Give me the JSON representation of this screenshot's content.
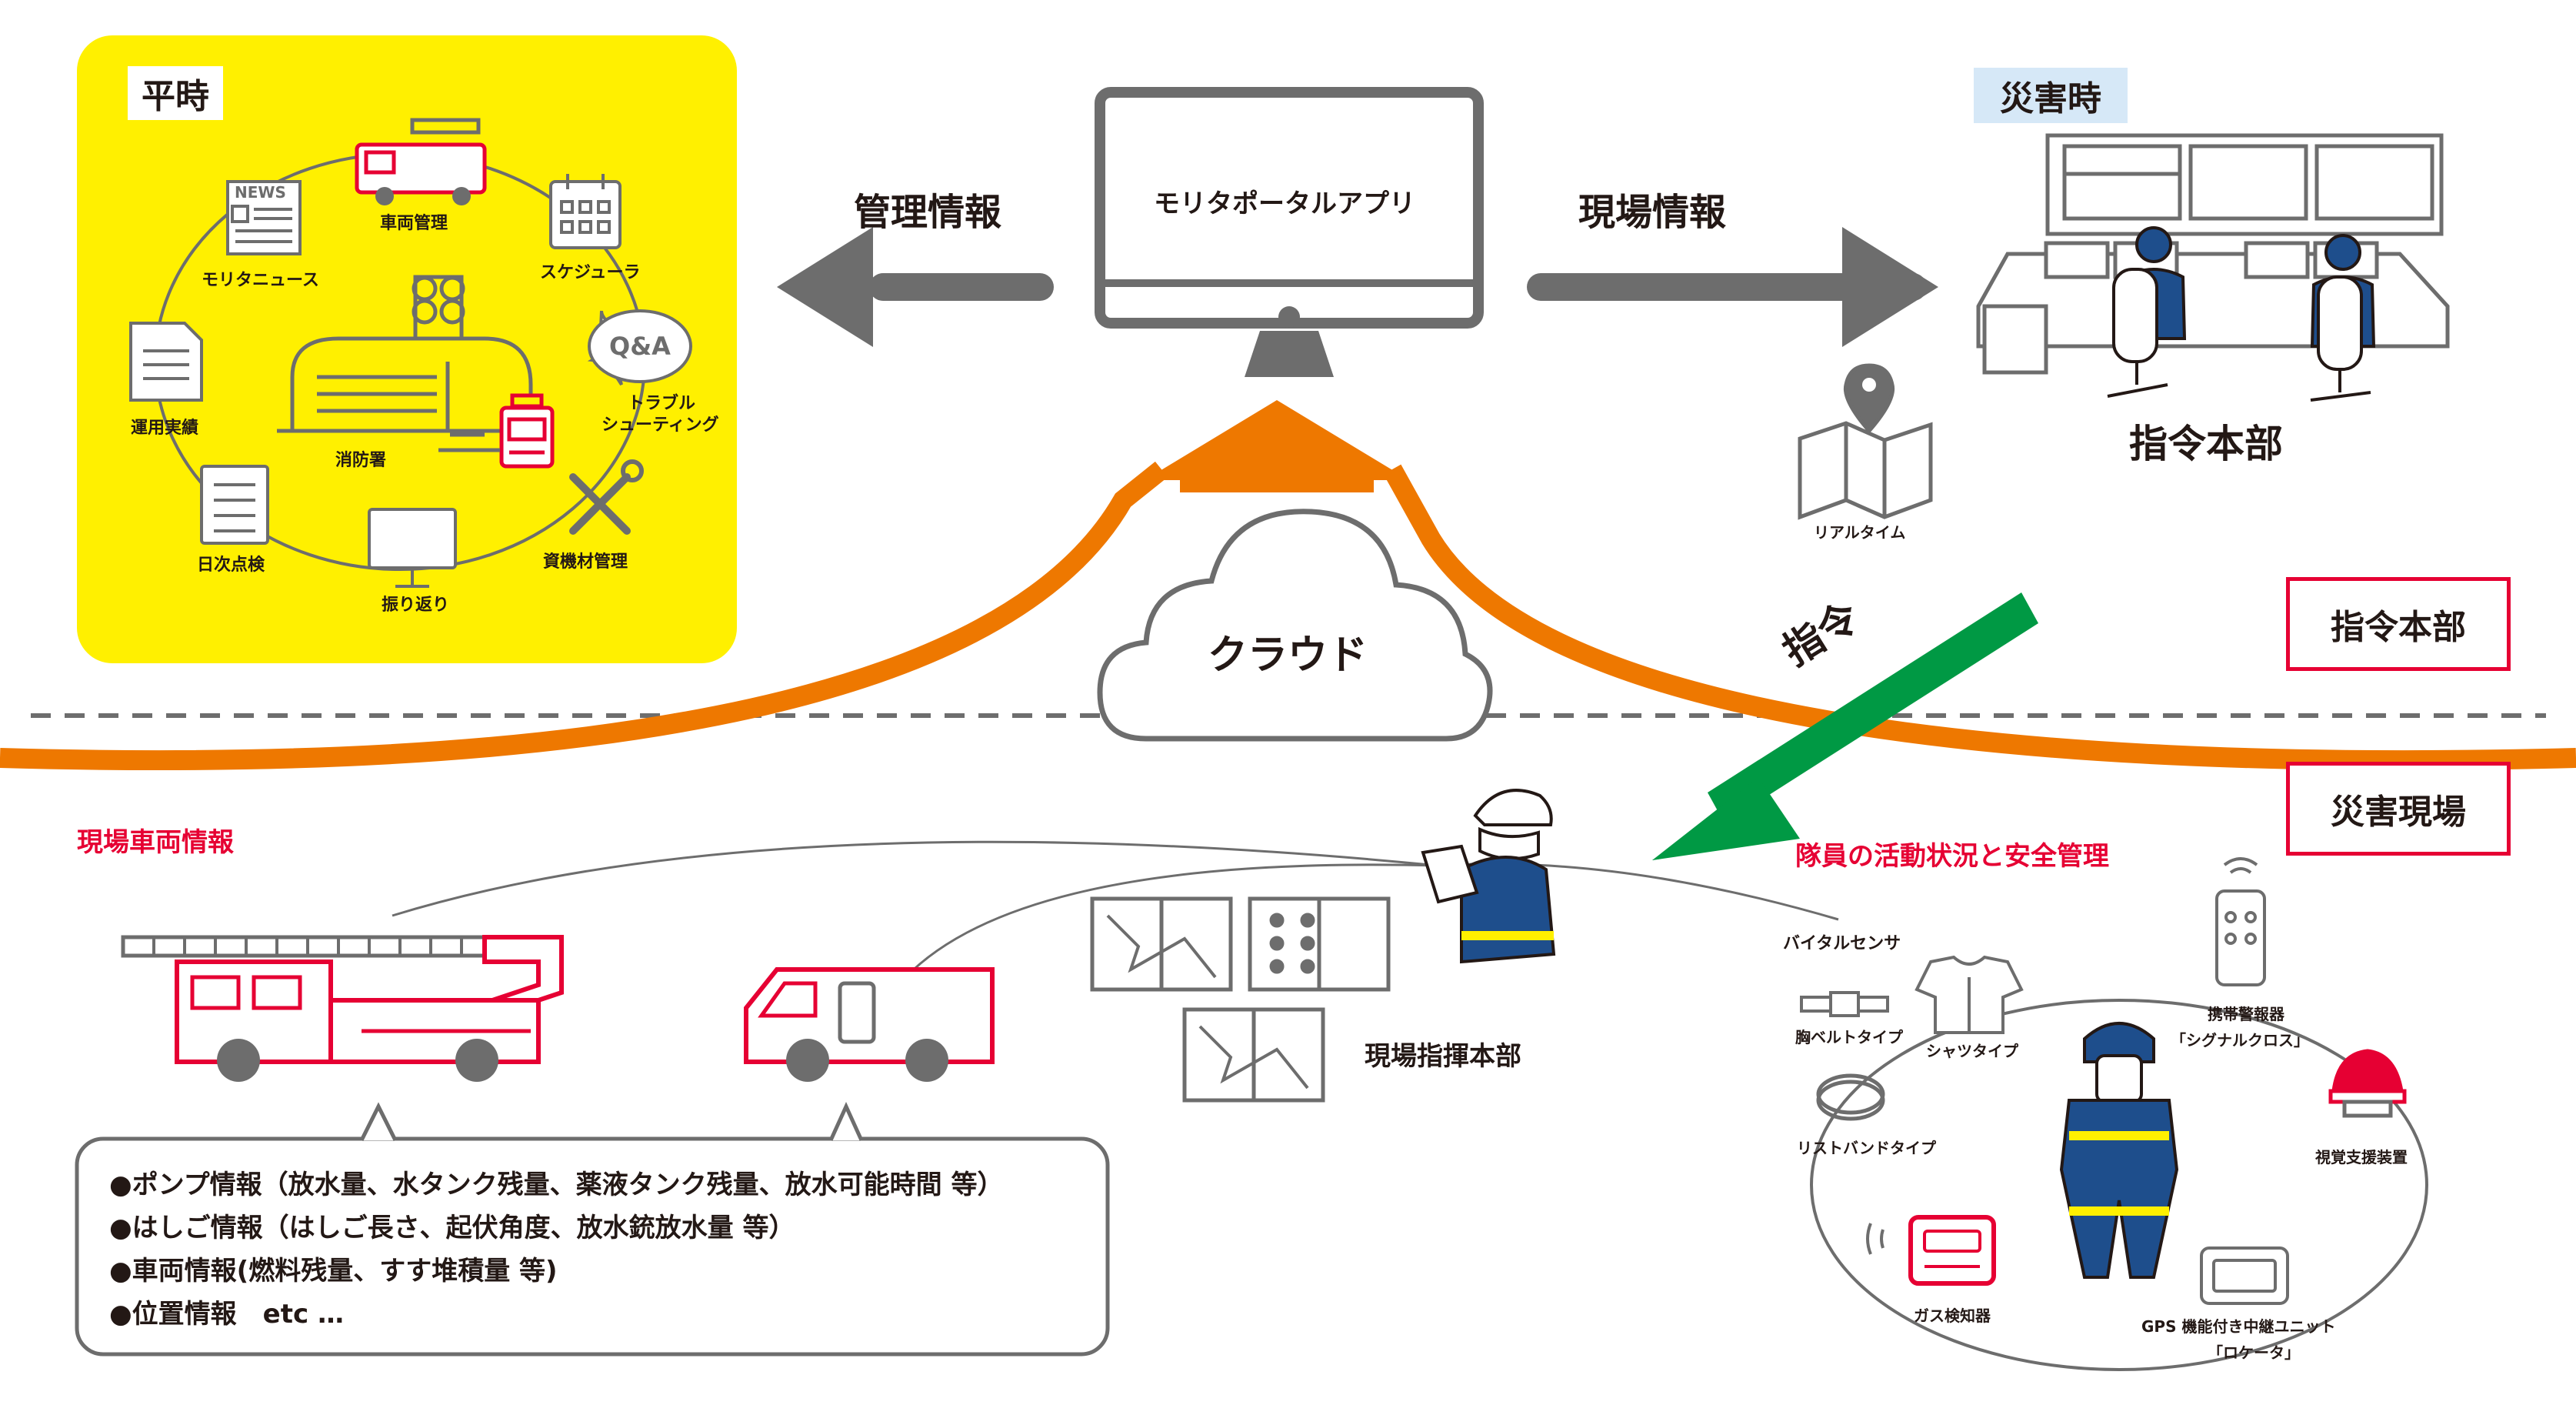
{
  "colors": {
    "yellow": "#fff000",
    "gray": "#6d6d6d",
    "orange": "#ee7800",
    "red": "#e60033",
    "green": "#009944",
    "lightblue": "#d6e8f7",
    "navy": "#1e4e8c"
  },
  "normal": {
    "tag": "平時",
    "items": {
      "vehicle": "車両管理",
      "scheduler": "スケジューラ",
      "news": "モリタニュース",
      "operations": "運用実績",
      "fire_station": "消防署",
      "troubleshoot_1": "トラブル",
      "troubleshoot_2": "シューティング",
      "qa": "Q&A",
      "news_icon_text": "NEWS",
      "daily_check": "日次点検",
      "review": "振り返り",
      "equipment": "資機材管理"
    }
  },
  "portal": {
    "app_name": "モリタポータルアプリ"
  },
  "arrows": {
    "management_info": "管理情報",
    "site_info": "現場情報",
    "command": "指令"
  },
  "disaster": {
    "tag": "災害時",
    "hq": "指令本部",
    "realtime": "リアルタイム"
  },
  "cloud": "クラウド",
  "zones": {
    "hq": "指令本部",
    "site": "災害現場"
  },
  "site": {
    "vehicle_info_title": "現場車両情報",
    "field_command": "現場指揮本部",
    "info_list": [
      "●ポンプ情報（放水量、水タンク残量、薬液タンク残量、放水可能時間 等）",
      "●はしご情報（はしご長さ、起伏角度、放水銃放水量 等）",
      "●車両情報(燃料残量、すす堆積量 等)",
      "●位置情報　etc …"
    ]
  },
  "members": {
    "title": "隊員の活動状況と安全管理",
    "vital_sensor": "バイタルセンサ",
    "chest_belt": "胸ベルトタイプ",
    "shirt": "シャツタイプ",
    "wristband": "リストバンドタイプ",
    "alarm_1": "携帯警報器",
    "alarm_2": "「シグナルクロス」",
    "visual": "視覚支援装置",
    "gas": "ガス検知器",
    "gps_1": "GPS 機能付き中継ユニット",
    "gps_2": "「ロケータ」"
  }
}
